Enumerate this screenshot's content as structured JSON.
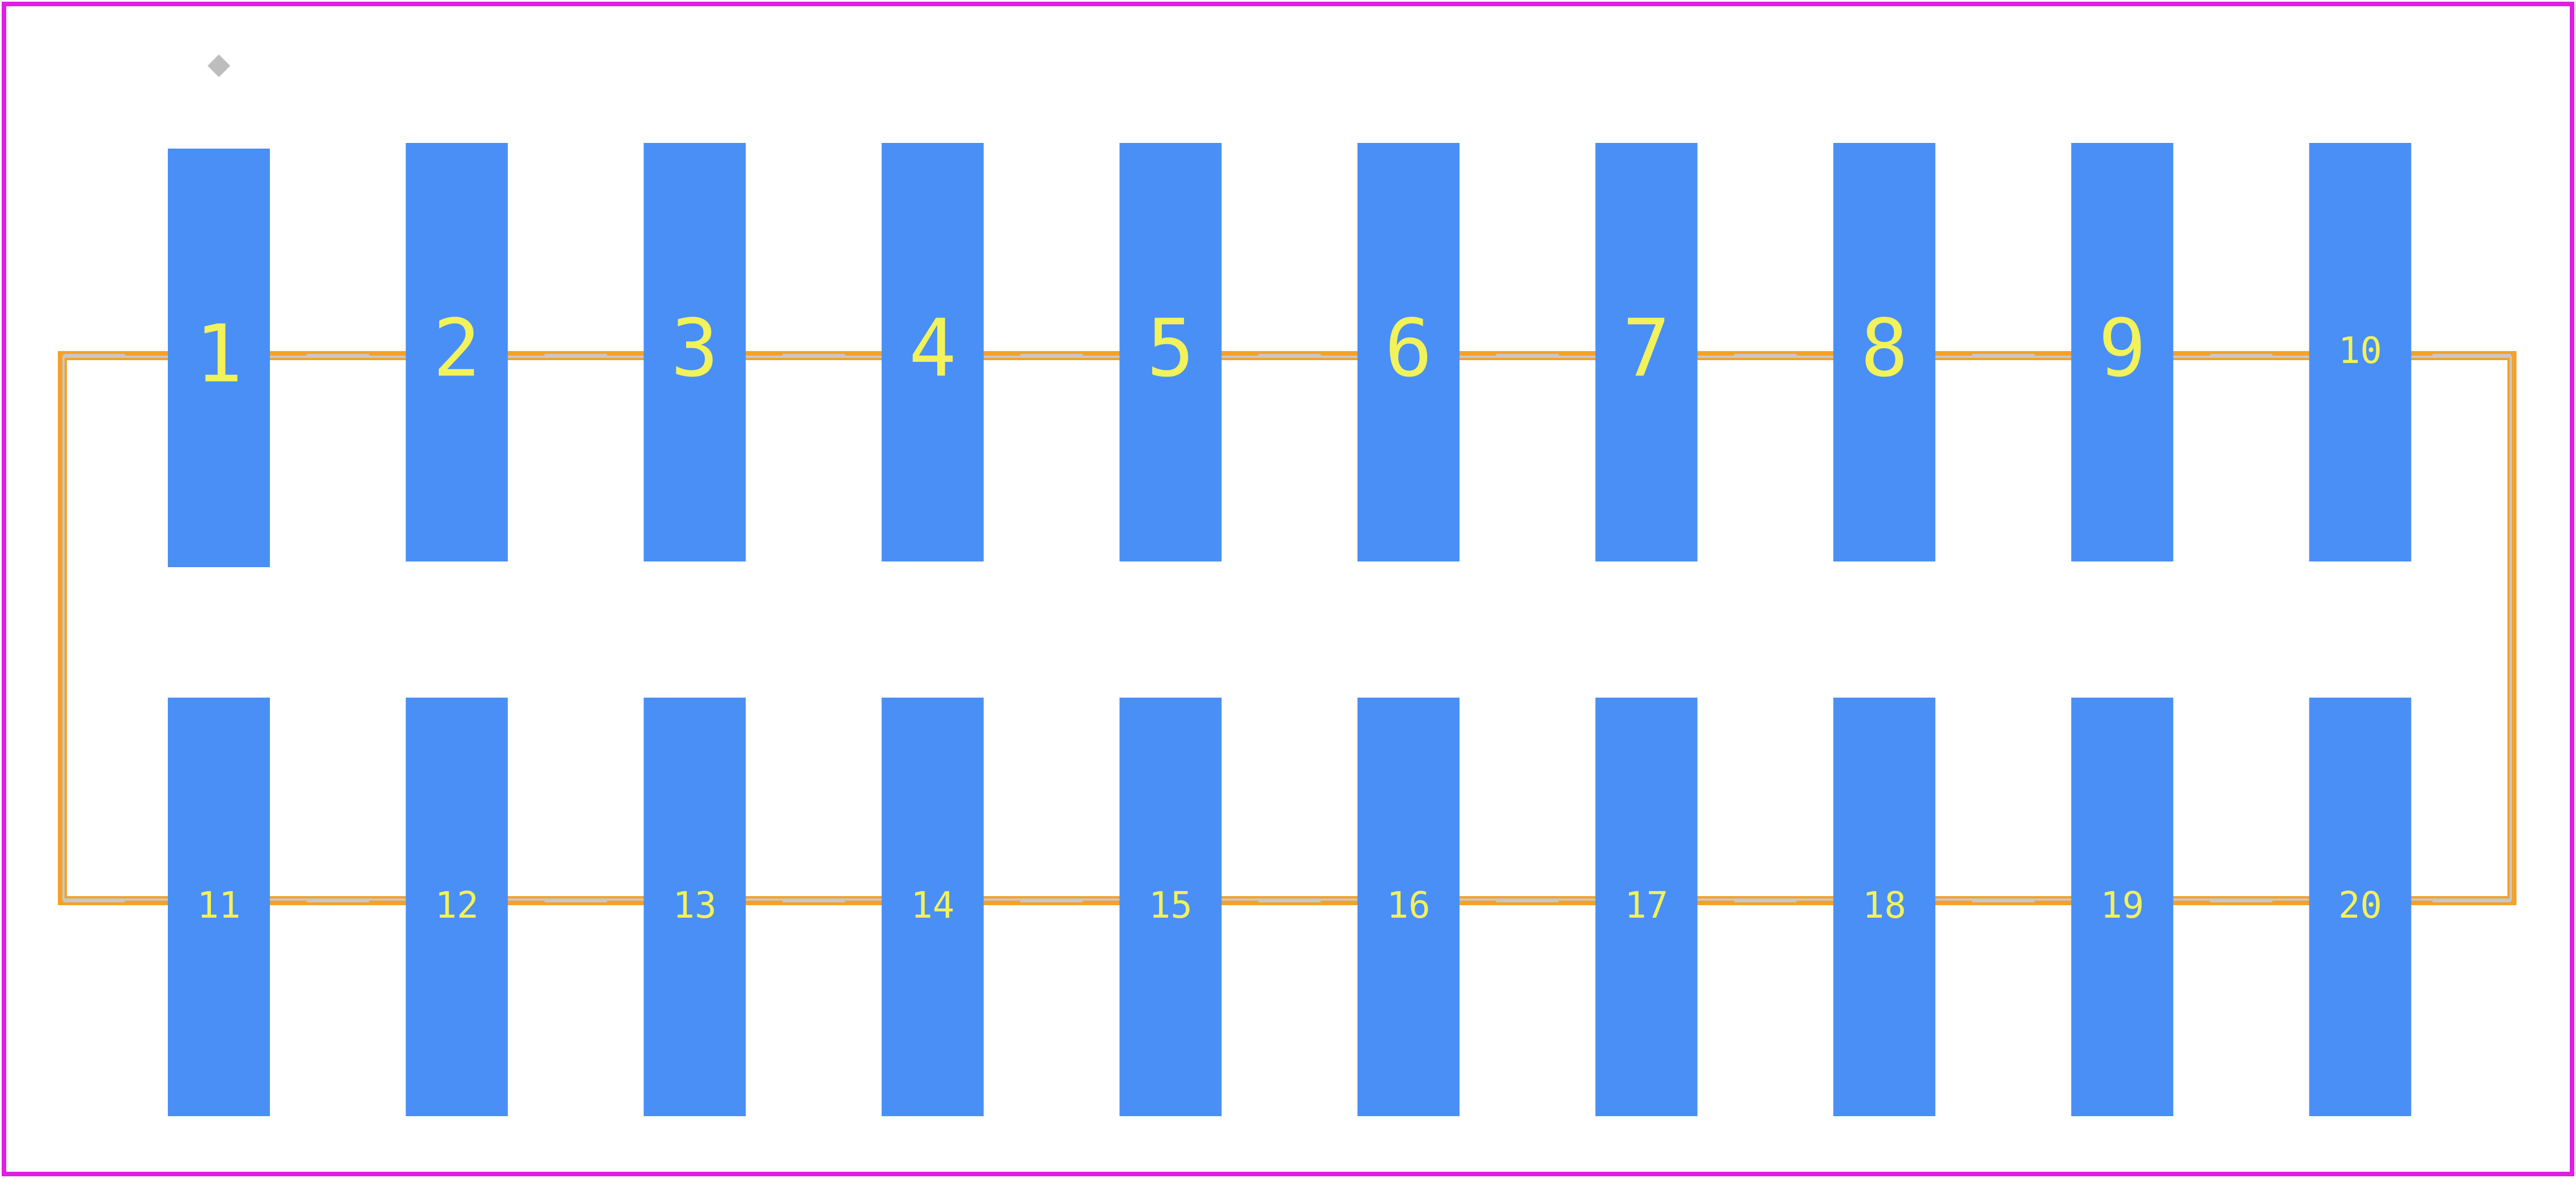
{
  "colors": {
    "pad_fill": "#4a8ff5",
    "pad_label": "#f2f25a",
    "silkscreen": "#f5a128",
    "outline": "#e11ee6",
    "courtyard_line": "#c8c8c8",
    "pin1_marker": "#bdbdbd",
    "background": "#ffffff"
  },
  "pads_top": [
    {
      "label": "1"
    },
    {
      "label": "2"
    },
    {
      "label": "3"
    },
    {
      "label": "4"
    },
    {
      "label": "5"
    },
    {
      "label": "6"
    },
    {
      "label": "7"
    },
    {
      "label": "8"
    },
    {
      "label": "9"
    },
    {
      "label": "10"
    }
  ],
  "pads_bottom": [
    {
      "label": "11"
    },
    {
      "label": "12"
    },
    {
      "label": "13"
    },
    {
      "label": "14"
    },
    {
      "label": "15"
    },
    {
      "label": "16"
    },
    {
      "label": "17"
    },
    {
      "label": "18"
    },
    {
      "label": "19"
    },
    {
      "label": "20"
    }
  ],
  "pin1_marker_icon": "diamond-marker"
}
